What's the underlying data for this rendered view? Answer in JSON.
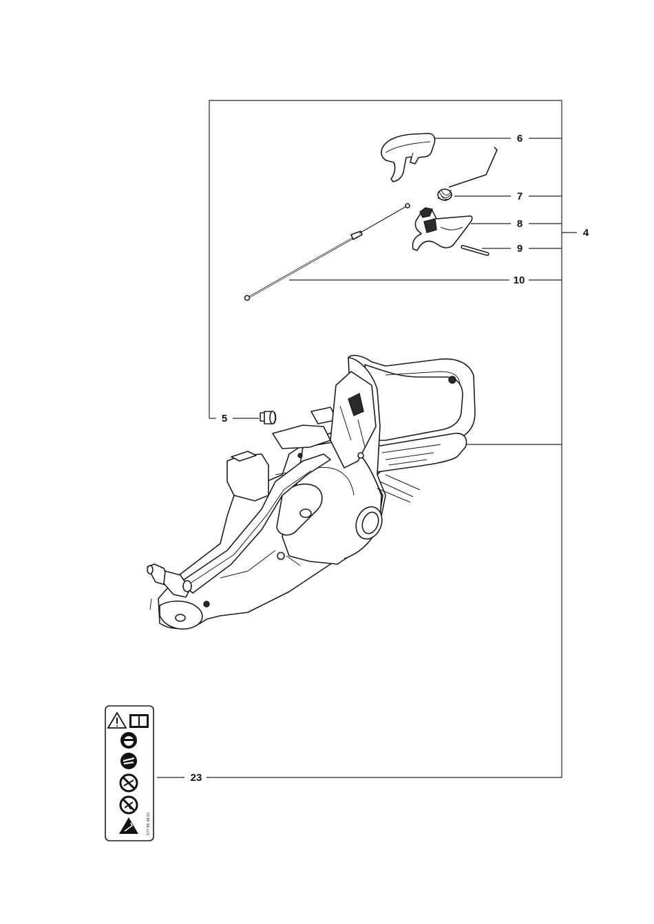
{
  "callouts": [
    {
      "id": "6",
      "label": "6"
    },
    {
      "id": "7",
      "label": "7"
    },
    {
      "id": "8",
      "label": "8"
    },
    {
      "id": "4",
      "label": "4"
    },
    {
      "id": "9",
      "label": "9"
    },
    {
      "id": "10",
      "label": "10"
    },
    {
      "id": "5",
      "label": "5"
    },
    {
      "id": "23",
      "label": "23"
    }
  ],
  "decal": {
    "code": "577 86 48-01",
    "icons": [
      "warning-triangle-icon",
      "manual-book-icon",
      "ear-eye-head-protection-icon",
      "two-hands-grip-icon",
      "no-one-hand-use-icon",
      "no-kickback-contact-icon",
      "kickback-warning-icon"
    ]
  },
  "parts": [
    "throttle-lockout",
    "spring-wire",
    "throttle-trigger",
    "pin",
    "throttle-rod",
    "plug-5",
    "rear-handle-housing",
    "warning-decal"
  ]
}
